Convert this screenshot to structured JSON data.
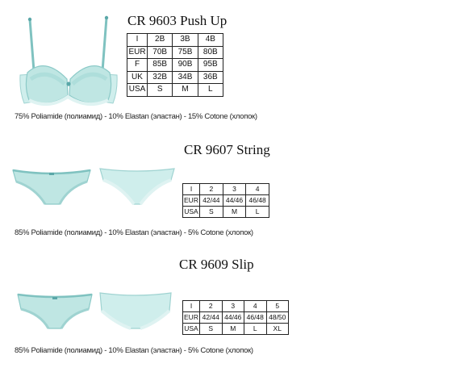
{
  "products": [
    {
      "id": "bra",
      "title": "CR 9603 Push Up",
      "composition": "75% Poliamide (полиамид) - 10% Elastan (эластан) - 15% Cotone (хлопок)",
      "size_rows": [
        {
          "label": "I",
          "values": [
            "2B",
            "3B",
            "4B"
          ]
        },
        {
          "label": "EUR",
          "values": [
            "70B",
            "75B",
            "80B"
          ]
        },
        {
          "label": "F",
          "values": [
            "85B",
            "90B",
            "95B"
          ]
        },
        {
          "label": "UK",
          "values": [
            "32B",
            "34B",
            "36B"
          ]
        },
        {
          "label": "USA",
          "values": [
            "S",
            "M",
            "L"
          ]
        }
      ]
    },
    {
      "id": "string",
      "title": "CR 9607 String",
      "composition": "85% Poliamide (полиамид) - 10% Elastan (эластан) - 5% Cotone (хлопок)",
      "size_rows": [
        {
          "label": "I",
          "values": [
            "2",
            "3",
            "4"
          ]
        },
        {
          "label": "EUR",
          "values": [
            "42/44",
            "44/46",
            "46/48"
          ]
        },
        {
          "label": "USA",
          "values": [
            "S",
            "M",
            "L"
          ]
        }
      ]
    },
    {
      "id": "slip",
      "title": "CR 9609 Slip",
      "composition": "85% Poliamide (полиамид) - 10% Elastan (эластан) - 5% Cotone (хлопок)",
      "size_rows": [
        {
          "label": "I",
          "values": [
            "2",
            "3",
            "4",
            "5"
          ]
        },
        {
          "label": "EUR",
          "values": [
            "42/44",
            "44/46",
            "46/48",
            "48/50"
          ]
        },
        {
          "label": "USA",
          "values": [
            "S",
            "M",
            "L",
            "XL"
          ]
        }
      ]
    }
  ],
  "colors": {
    "lace": "#bfe6e3",
    "lace_dark": "#7fc2c0",
    "trim": "#5aa7a8"
  }
}
